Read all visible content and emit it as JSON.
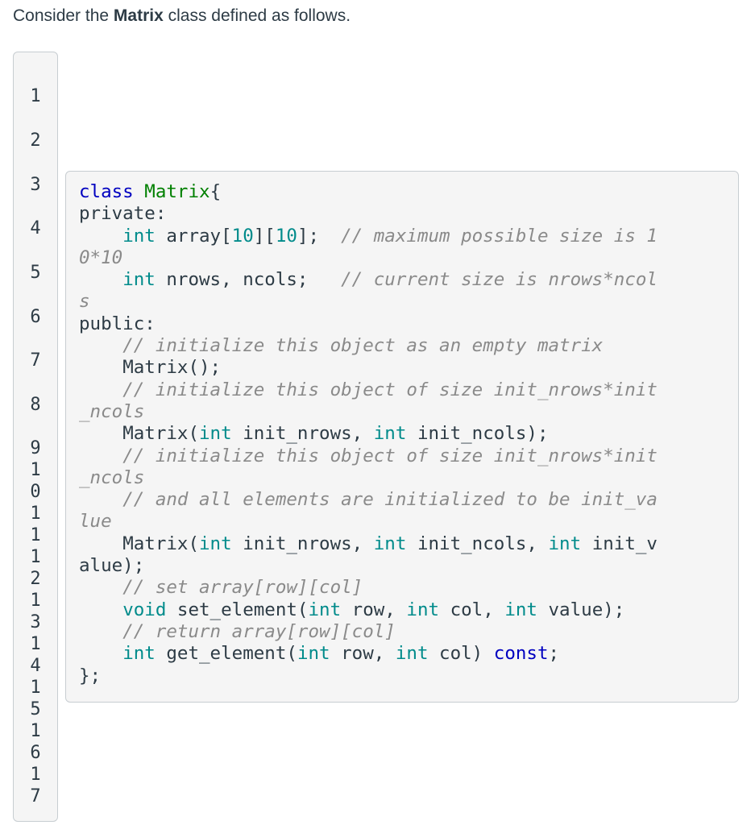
{
  "intro": {
    "before": "Consider the ",
    "bold": "Matrix",
    "after": " class defined as follows."
  },
  "gutter": {
    "single_lines": [
      "1",
      "2",
      "3",
      "4",
      "5",
      "6",
      "7",
      "8"
    ],
    "split_lines": [
      [
        "9",
        "1"
      ],
      [
        "0",
        "1"
      ],
      [
        "1",
        "1"
      ],
      [
        "2",
        "1"
      ],
      [
        "3",
        "1"
      ],
      [
        "4",
        "1"
      ],
      [
        "5",
        "1"
      ],
      [
        "6",
        "1"
      ],
      [
        "7"
      ]
    ]
  },
  "code": {
    "l1_kw": "class",
    "l1_name": "Matrix",
    "l1_rest": "{",
    "l2": "private:",
    "l3_indent": "    ",
    "l3_kw": "int",
    "l3_a": " array[",
    "l3_n1": "10",
    "l3_b": "][",
    "l3_n2": "10",
    "l3_c": "];  ",
    "l3_cm": "// maximum possible size is 1",
    "l4_cm": "0*10",
    "l5_kw": "int",
    "l5_a": " nrows, ncols;   ",
    "l5_cm": "// current size is nrows*ncol",
    "l6_cm": "s",
    "l7": "public:",
    "l8_cm": "// initialize this object as an empty matrix",
    "l9": "Matrix();",
    "l10_cm": "// initialize this object of size init_nrows*init",
    "l11_cm": "_ncols",
    "l12_a": "Matrix(",
    "l12_b": " init_nrows, ",
    "l12_c": " init_ncols);",
    "l13_cm": "// initialize this object of size init_nrows*init",
    "l14_cm": "_ncols",
    "l15_cm": "// and all elements are initialized to be init_va",
    "l16_cm": "lue",
    "l17_a": "Matrix(",
    "l17_b": " init_nrows, ",
    "l17_c": " init_ncols, ",
    "l17_d": " init_v",
    "l18": "alue);",
    "l19_cm": "// set array[row][col]",
    "l20_kw": "void",
    "l20_a": " set_element(",
    "l20_b": " row, ",
    "l20_c": " col, ",
    "l20_d": " value);",
    "l21_cm": "// return array[row][col]",
    "l22_a": " get_element(",
    "l22_b": " row, ",
    "l22_c": " col) ",
    "l22_const": "const",
    "l22_d": ";",
    "l23": "};",
    "int_kw": "int"
  }
}
